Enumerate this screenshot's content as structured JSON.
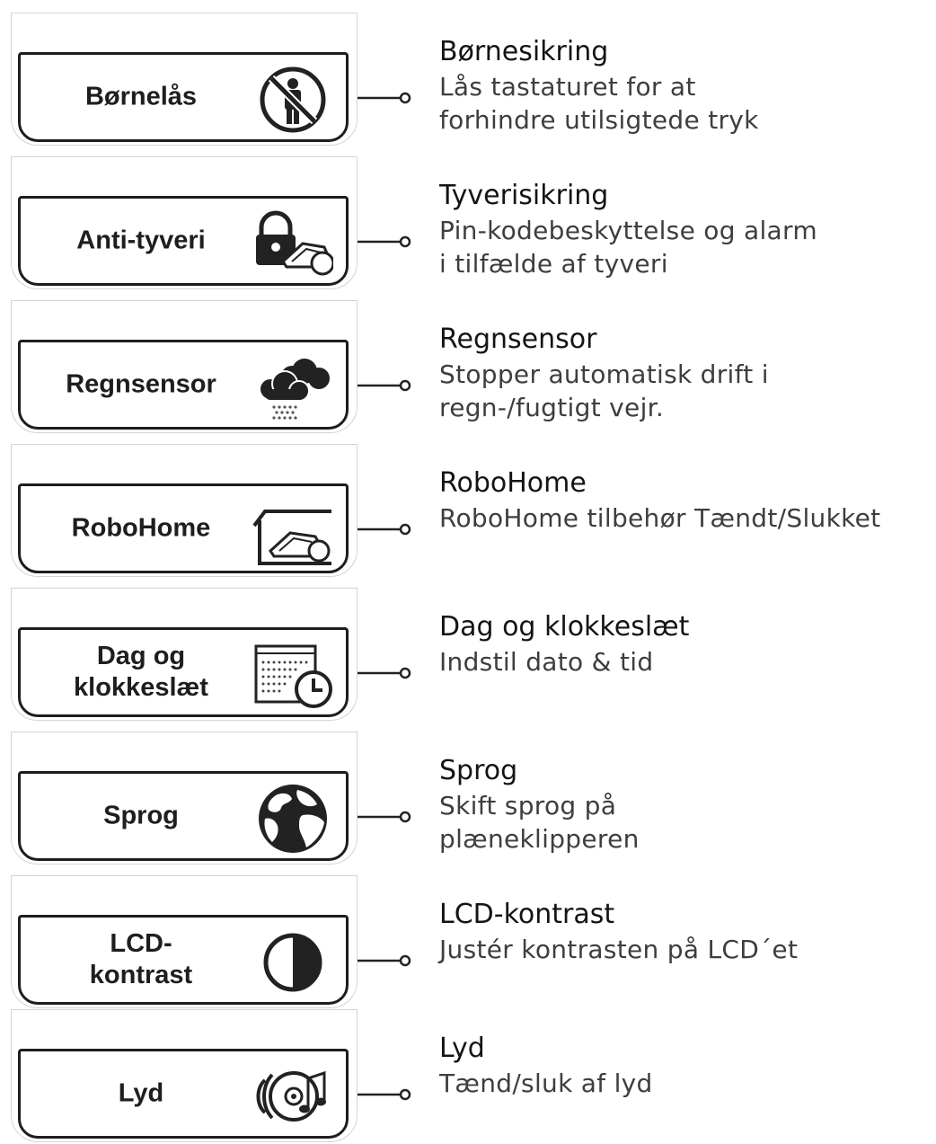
{
  "items": [
    {
      "label": "Børnelås",
      "icon": "child-lock-icon",
      "title": "Børnesikring",
      "description": "Lås tastaturet for at\nforhindre utilsigtede tryk"
    },
    {
      "label": "Anti-tyveri",
      "icon": "padlock-mower-icon",
      "title": "Tyverisikring",
      "description": "Pin-kodebeskyttelse og alarm\ni tilfælde af tyveri"
    },
    {
      "label": "Regnsensor",
      "icon": "rain-cloud-icon",
      "title": "Regnsensor",
      "description": "Stopper automatisk drift i\nregn-/fugtigt vejr."
    },
    {
      "label": "RoboHome",
      "icon": "garage-mower-icon",
      "title": "RoboHome",
      "description": "RoboHome tilbehør Tændt/Slukket"
    },
    {
      "label": "Dag og\nklokkeslæt",
      "icon": "calendar-clock-icon",
      "title": "Dag og klokkeslæt",
      "description": "Indstil dato & tid"
    },
    {
      "label": "Sprog",
      "icon": "globe-icon",
      "title": "Sprog",
      "description": "Skift sprog på\nplæneklipperen"
    },
    {
      "label": "LCD-\nkontrast",
      "icon": "contrast-icon",
      "title": "LCD-kontrast",
      "description": "Justér kontrasten på LCD´et"
    },
    {
      "label": "Lyd",
      "icon": "speaker-music-icon",
      "title": "Lyd",
      "description": "Tænd/sluk af lyd"
    }
  ]
}
